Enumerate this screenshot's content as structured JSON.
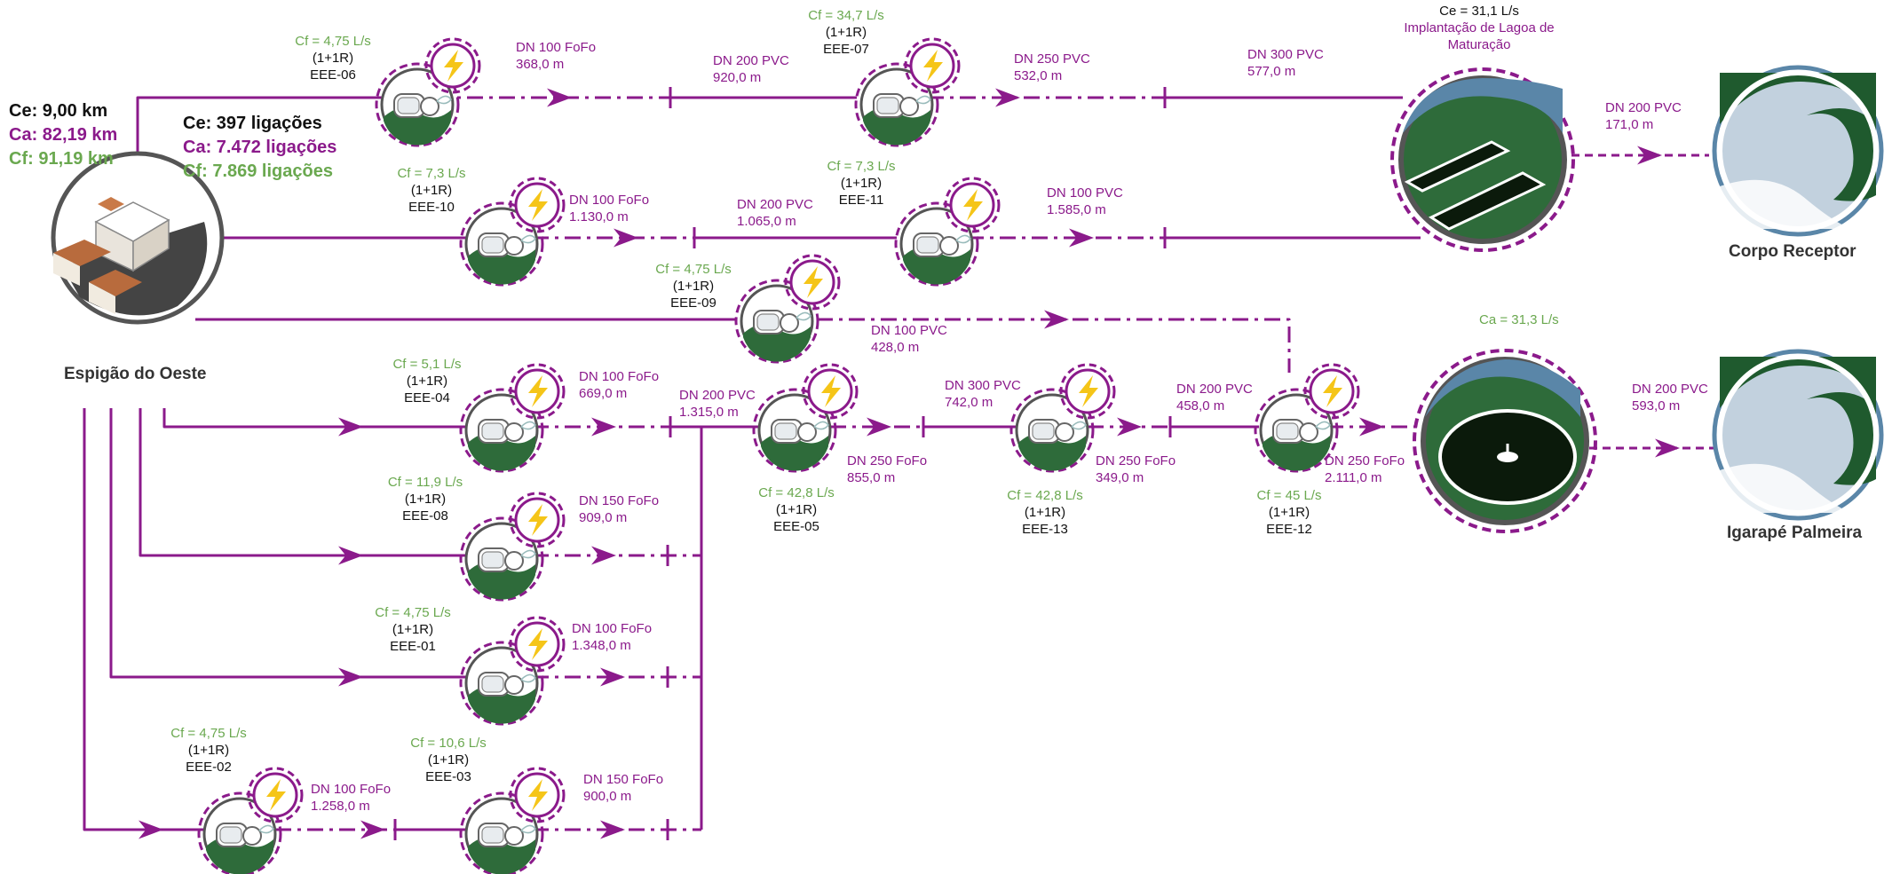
{
  "city": {
    "name": "Espigão do Oeste",
    "length": {
      "ce": "Ce: 9,00 km",
      "ca": "Ca: 82,19 km",
      "cf": "Cf: 91,19 km"
    },
    "connections": {
      "ce": "Ce: 397 ligações",
      "ca": "Ca: 7.472 ligações",
      "cf": "Cf: 7.869 ligações"
    }
  },
  "lagoon": {
    "flow": "Ce = 31,1 L/s",
    "title": "Implantação de Lagoa de Maturação"
  },
  "ete": {
    "flow": "Ca = 31,3 L/s"
  },
  "receivers": {
    "corpo": {
      "name": "Corpo Receptor",
      "pipe_dn": "DN 200 PVC",
      "pipe_len": "171,0 m"
    },
    "igarape": {
      "name": "Igarapé Palmeira",
      "pipe_dn": "DN 200 PVC",
      "pipe_len": "593,0 m"
    }
  },
  "stations": {
    "eee06": {
      "cf": "Cf = 4,75 L/s",
      "config": "(1+1R)",
      "name": "EEE-06"
    },
    "eee07": {
      "cf": "Cf = 34,7 L/s",
      "config": "(1+1R)",
      "name": "EEE-07"
    },
    "eee10": {
      "cf": "Cf = 7,3 L/s",
      "config": "(1+1R)",
      "name": "EEE-10"
    },
    "eee11": {
      "cf": "Cf = 7,3 L/s",
      "config": "(1+1R)",
      "name": "EEE-11"
    },
    "eee09": {
      "cf": "Cf = 4,75 L/s",
      "config": "(1+1R)",
      "name": "EEE-09"
    },
    "eee04": {
      "cf": "Cf = 5,1 L/s",
      "config": "(1+1R)",
      "name": "EEE-04"
    },
    "eee05": {
      "cf": "Cf = 42,8 L/s",
      "config": "(1+1R)",
      "name": "EEE-05"
    },
    "eee13": {
      "cf": "Cf = 42,8 L/s",
      "config": "(1+1R)",
      "name": "EEE-13"
    },
    "eee12": {
      "cf": "Cf = 45 L/s",
      "config": "(1+1R)",
      "name": "EEE-12"
    },
    "eee08": {
      "cf": "Cf = 11,9 L/s",
      "config": "(1+1R)",
      "name": "EEE-08"
    },
    "eee01": {
      "cf": "Cf = 4,75 L/s",
      "config": "(1+1R)",
      "name": "EEE-01"
    },
    "eee02": {
      "cf": "Cf = 4,75 L/s",
      "config": "(1+1R)",
      "name": "EEE-02"
    },
    "eee03": {
      "cf": "Cf = 10,6 L/s",
      "config": "(1+1R)",
      "name": "EEE-03"
    }
  },
  "pipes": {
    "p06_pump": {
      "dn": "DN 100 FoFo",
      "len": "368,0 m"
    },
    "p06_grav": {
      "dn": "DN 200 PVC",
      "len": "920,0 m"
    },
    "p07_pump": {
      "dn": "DN 250 PVC",
      "len": "532,0 m"
    },
    "p07_grav": {
      "dn": "DN 300 PVC",
      "len": "577,0 m"
    },
    "p10_pump": {
      "dn": "DN 100 FoFo",
      "len": "1.130,0 m"
    },
    "p10_grav": {
      "dn": "DN 200 PVC",
      "len": "1.065,0 m"
    },
    "p11_pump": {
      "dn": "DN 100 PVC",
      "len": "1.585,0 m"
    },
    "p09_pump": {
      "dn": "DN 100 PVC",
      "len": "428,0 m"
    },
    "p04_pump": {
      "dn": "DN 100 FoFo",
      "len": "669,0 m"
    },
    "p04_grav": {
      "dn": "DN 200 PVC",
      "len": "1.315,0 m"
    },
    "p05_pump": {
      "dn": "DN 250 FoFo",
      "len": "855,0 m"
    },
    "p05_grav": {
      "dn": "DN 300 PVC",
      "len": "742,0 m"
    },
    "p13_pump": {
      "dn": "DN 250 FoFo",
      "len": "349,0 m"
    },
    "p13_grav": {
      "dn": "DN 200 PVC",
      "len": "458,0 m"
    },
    "p12_pump": {
      "dn": "DN 250 FoFo",
      "len": "2.111,0 m"
    },
    "p08_pump": {
      "dn": "DN 150 FoFo",
      "len": "909,0 m"
    },
    "p01_pump": {
      "dn": "DN 100 FoFo",
      "len": "1.348,0 m"
    },
    "p02_pump": {
      "dn": "DN 100 FoFo",
      "len": "1.258,0 m"
    },
    "p03_pump": {
      "dn": "DN 150 FoFo",
      "len": "900,0 m"
    }
  },
  "colors": {
    "line": "#8b1a8b",
    "flow_green": "#6aa84f",
    "station_fill": "#2e6b3a",
    "bolt": "#f5c518",
    "receiver_ring": "#5a86a8",
    "lagoon_ring": "#555555"
  }
}
